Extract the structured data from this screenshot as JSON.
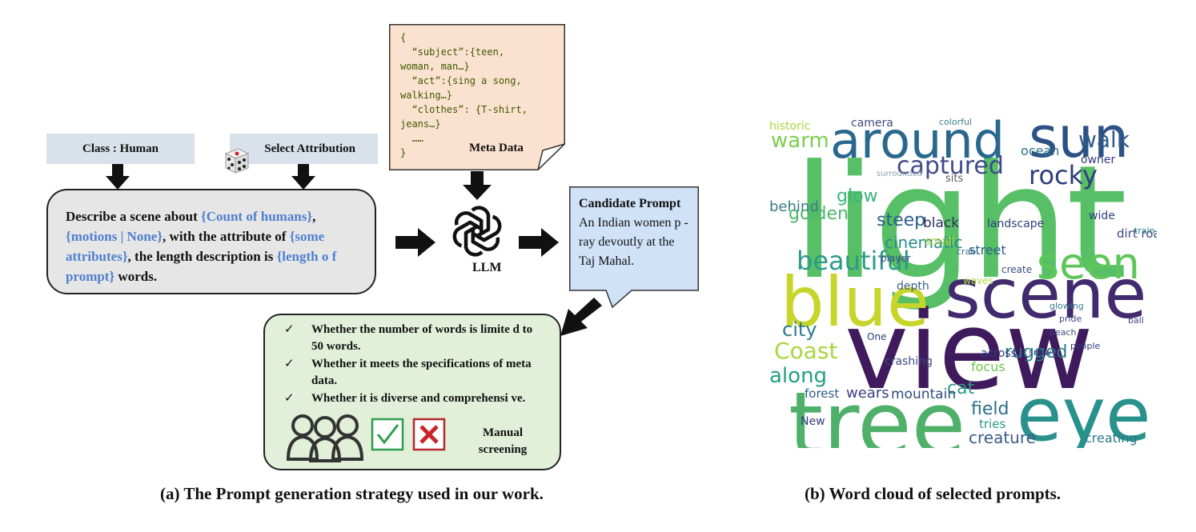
{
  "left": {
    "class_label": "Class : Human",
    "select_label": "Select Attribution",
    "describe": {
      "p1": "Describe a scene about ",
      "h1": "{Count of humans}",
      "p2": ", ",
      "h2": "{motions | None}",
      "p3": ", with the attribute of ",
      "h3": "{some attributes}",
      "p4": ", the length description is ",
      "h4": "{length o f prompt}",
      "p5": " words."
    },
    "meta_text": "{\n  “subject”:{teen,\nwoman, man…}\n  “act”:{sing a song,\nwalking…}\n  “clothes”: {T-shirt,\njeans…}\n  ……\n}",
    "meta_title": "Meta Data",
    "llm_label": "LLM",
    "candidate_title": "Candidate Prompt",
    "candidate_text": "An Indian women p -ray devoutly at the Taj Mahal.",
    "checks": [
      "Whether the number of words is limite d to 50 words.",
      "Whether it meets the specifications of meta data.",
      "Whether it is diverse and comprehensi ve."
    ],
    "check_mark": "✓",
    "manual_label": "Manual screening",
    "caption": "(a) The Prompt generation strategy used in our work."
  },
  "right": {
    "caption": "(b) Word cloud of selected prompts.",
    "words": [
      "light",
      "view",
      "tree",
      "eye",
      "scene",
      "blue",
      "sun",
      "around",
      "seen",
      "beautiful",
      "captured",
      "rocky",
      "warm",
      "walk",
      "Coast",
      "city",
      "along",
      "golden",
      "behind",
      "steep",
      "cinematic",
      "creature",
      "field",
      "rugged",
      "cat",
      "wears",
      "mountain",
      "creating",
      "dirt road",
      "glow",
      "street",
      "landscape",
      "forest",
      "crashing",
      "depth",
      "focus",
      "wide",
      "black",
      "historic",
      "camera",
      "ocean",
      "owner",
      "colorful",
      "New",
      "crab",
      "sits",
      "tries",
      "create",
      "surrounded",
      "waves",
      "across",
      "One",
      "small",
      "train",
      "people",
      "glowing",
      "pride",
      "snowy",
      "player",
      "ball",
      "beach"
    ]
  }
}
